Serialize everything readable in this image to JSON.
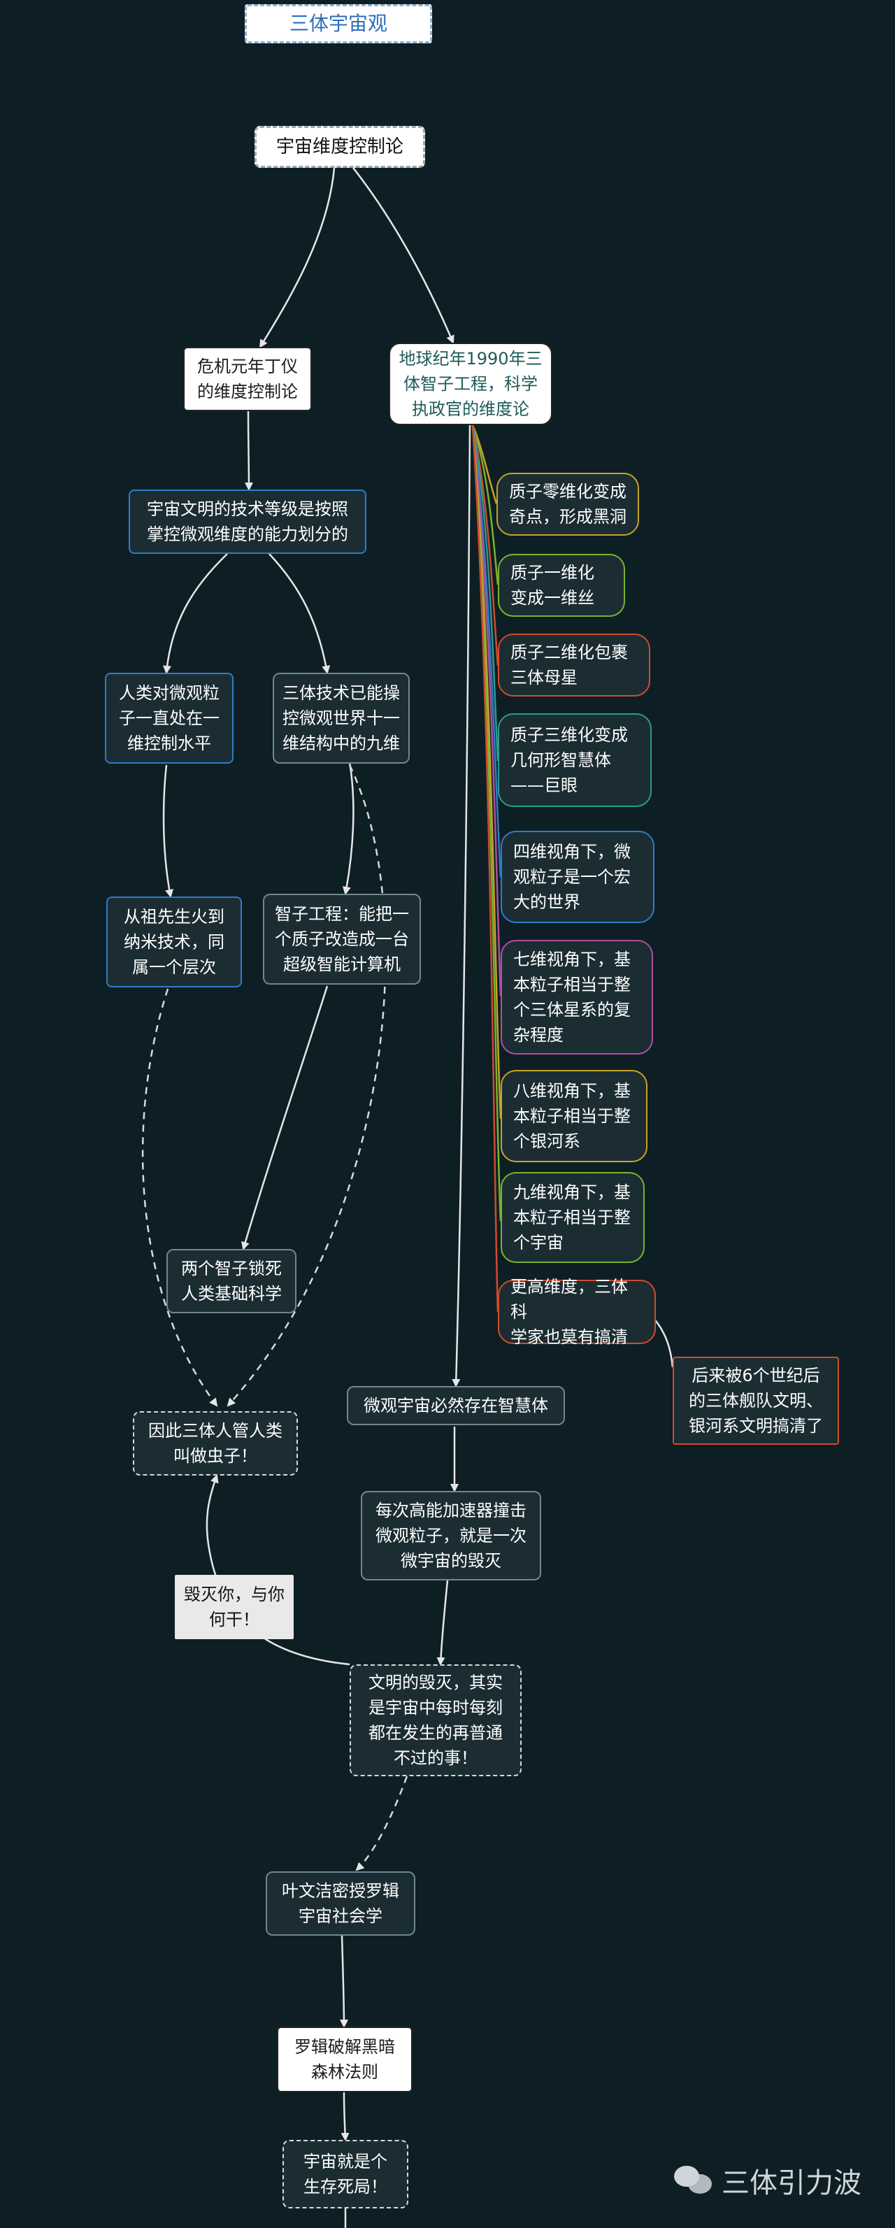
{
  "title": "三体宇宙观",
  "nodes": {
    "root": "宇宙维度控制论",
    "dingyi": "危机元年丁仪\n的维度控制论",
    "earth1990": "地球纪年1990年三\n体智子工程，科学\n执政官的维度论",
    "techlevel": "宇宙文明的技术等级是按照\n掌控微观维度的能力划分的",
    "human1d": "人类对微观粒\n子一直处在一\n维控制水平",
    "trisolar9d": "三体技术已能操\n控微观世界十一\n维结构中的九维",
    "ancestors": "从祖先生火到\n纳米技术，同\n属一个层次",
    "sophon": "智子工程：能把一\n个质子改造成一台\n超级智能计算机",
    "lock": "两个智子锁死\n人类基础科学",
    "bugs": "因此三体人管人类\n叫做虫子！",
    "micro_life": "微观宇宙必然存在智慧体",
    "collider": "每次高能加速器撞击\n微观粒子，就是一次\n微宇宙的毁灭",
    "destruction": "文明的毁灭，其实\n是宇宙中每时每刻\n都在发生的再普通\n不过的事！",
    "ye": "叶文洁密授罗辑\n宇宙社会学",
    "luoji": "罗辑破解黑暗\n森林法则",
    "survival": "宇宙就是个\n生存死局！",
    "later": "后来被6个世纪后\n的三体舰队文明、\n银河系文明搞清了"
  },
  "edge_label": "毁灭你，与你\n何干！",
  "leaves": [
    {
      "text": "质子零维化变成\n奇点，形成黑洞",
      "color": "#c9a227"
    },
    {
      "text": "质子一维化\n变成一维丝",
      "color": "#7ab32e"
    },
    {
      "text": "质子二维化包裹\n三体母星",
      "color": "#d24a2e"
    },
    {
      "text": "质子三维化变成\n几何形智慧体\n——巨眼",
      "color": "#2a9d8f"
    },
    {
      "text": "四维视角下，微\n观粒子是一个宏\n大的世界",
      "color": "#2e7cc9"
    },
    {
      "text": "七维视角下，基\n本粒子相当于整\n个三体星系的复\n杂程度",
      "color": "#b04fa3"
    },
    {
      "text": "八维视角下，基\n本粒子相当于整\n个银河系",
      "color": "#c9a227"
    },
    {
      "text": "九维视角下，基\n本粒子相当于整\n个宇宙",
      "color": "#7ab32e"
    },
    {
      "text": "更高维度，三体科\n学家也莫有搞清",
      "color": "#d24a2e"
    }
  ],
  "watermark": "三体引力波",
  "colors": {
    "background": "#0d1f24",
    "title": "#2c6fb8",
    "edge": "#e6e6e6"
  }
}
